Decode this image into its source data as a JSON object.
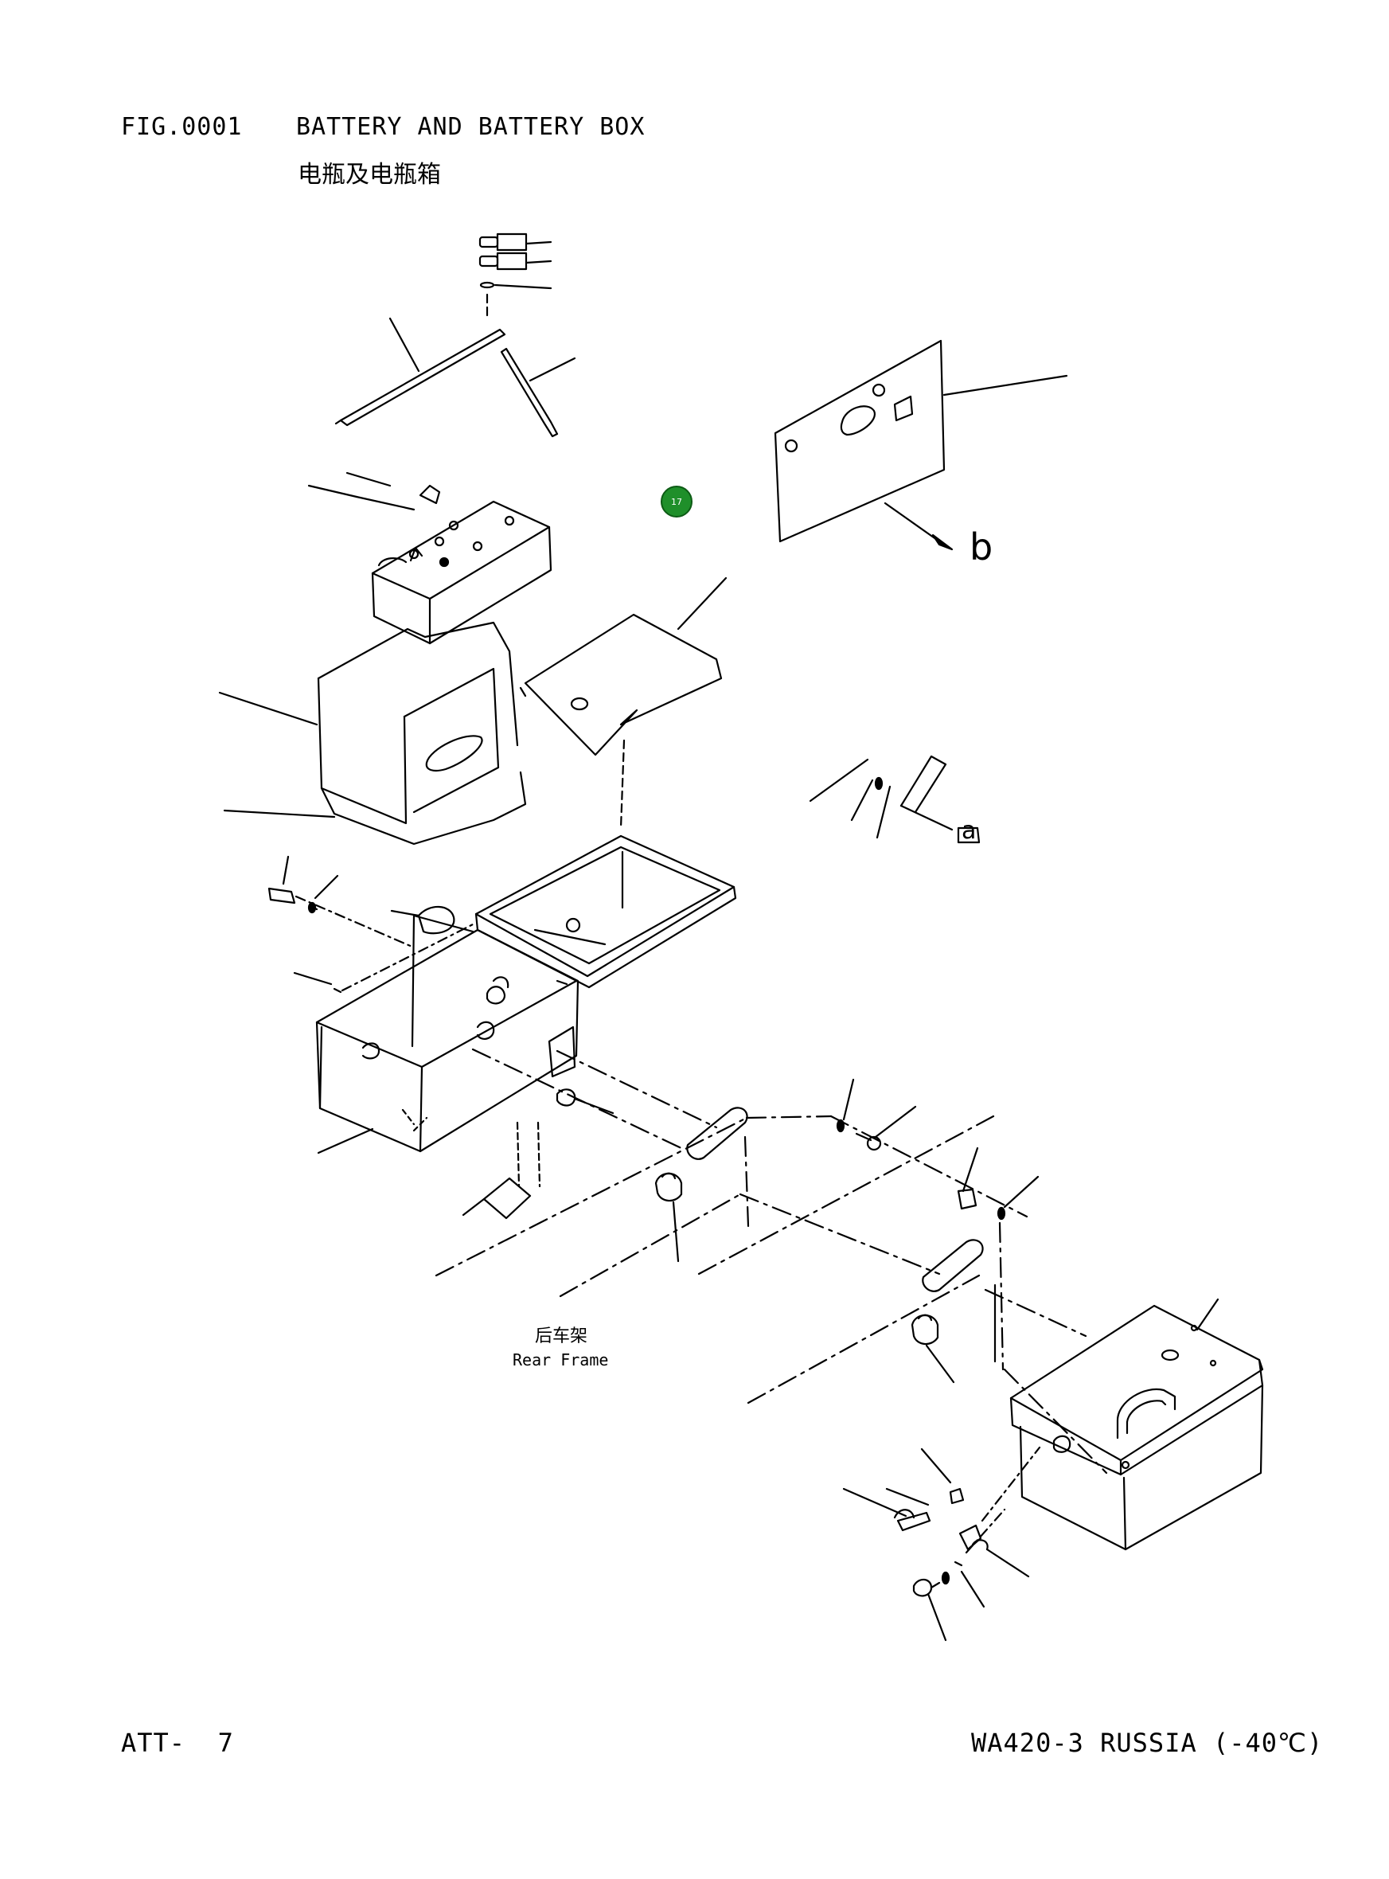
{
  "header": {
    "fig_no": "FIG.0001",
    "title_en": "BATTERY AND BATTERY BOX",
    "title_cn": "电瓶及电瓶箱"
  },
  "labels": {
    "letter_b": "b",
    "letter_a": "a",
    "rear_frame_cn": "后车架",
    "rear_frame_en": "Rear Frame"
  },
  "marker": {
    "text": "17",
    "color": "#1f8f2a"
  },
  "footer": {
    "page": "ATT-  7",
    "model": "WA420-3 RUSSIA (-40℃)"
  }
}
